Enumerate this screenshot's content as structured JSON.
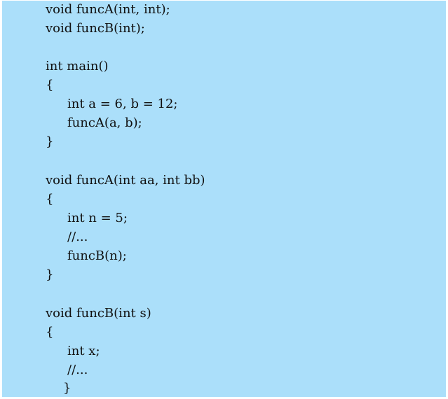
{
  "code": {
    "lines": [
      "void funcA(int, int);",
      "void funcB(int);",
      "int main()",
      "{",
      "int a = 6, b = 12;",
      "funcA(a, b);",
      "}",
      "void funcA(int aa, int bb)",
      "{",
      "int n = 5;",
      "//...",
      "funcB(n);",
      "}",
      "void funcB(int s)",
      "{",
      "int x;",
      "//...",
      "}"
    ]
  },
  "colors": {
    "background": "#abdffa",
    "text": "#111111"
  }
}
